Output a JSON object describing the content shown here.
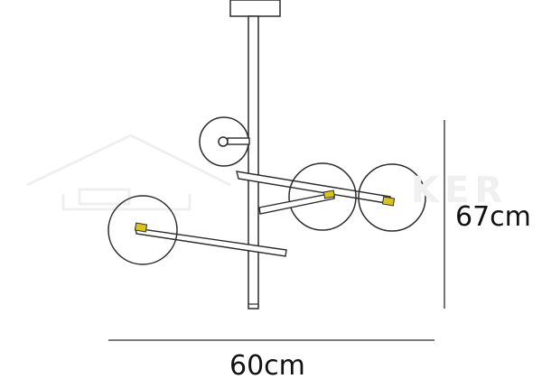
{
  "drawing": {
    "subject": "pendant-light-fixture",
    "colors": {
      "line": "#2b2b2b",
      "bulb": "#d9c21a",
      "watermark": "#eeeeee"
    }
  },
  "dimensions": {
    "height": "67cm",
    "width": "60cm"
  },
  "watermark": {
    "text": "KER"
  }
}
